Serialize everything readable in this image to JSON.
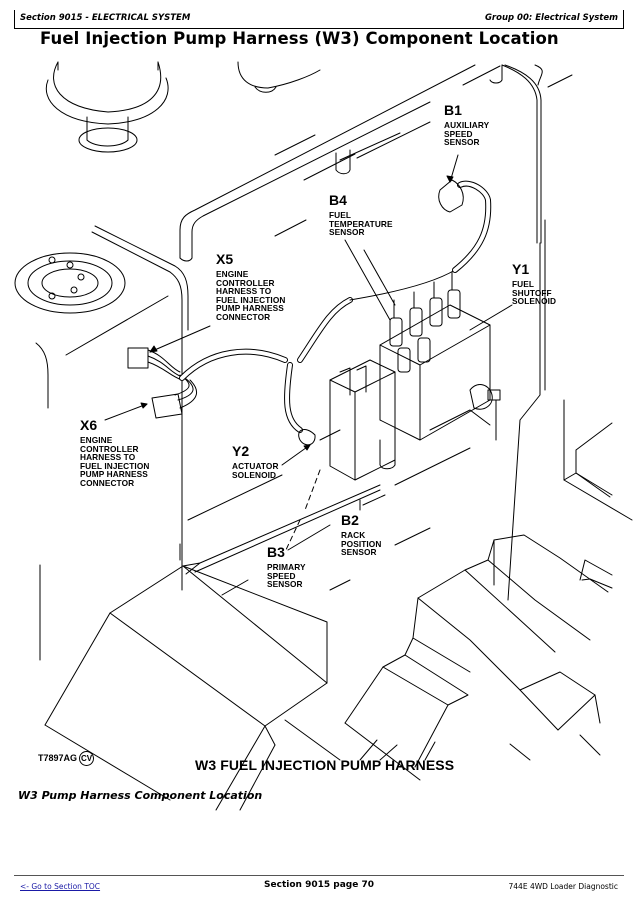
{
  "header": {
    "section": "Section 9015 - ELECTRICAL SYSTEM",
    "group": "Group 00: Electrical System"
  },
  "title": "Fuel Injection Pump Harness (W3) Component Location",
  "figure": {
    "components": [
      {
        "code": "B1",
        "description": "AUXILIARY\nSPEED\nSENSOR"
      },
      {
        "code": "B4",
        "description": "FUEL\nTEMPERATURE\nSENSOR"
      },
      {
        "code": "Y1",
        "description": "FUEL\nSHUTOFF\nSOLENOID"
      },
      {
        "code": "X5",
        "description": "ENGINE\nCONTROLLER\nHARNESS TO\nFUEL INJECTION\nPUMP HARNESS\nCONNECTOR"
      },
      {
        "code": "X6",
        "description": "ENGINE\nCONTROLLER\nHARNESS TO\nFUEL INJECTION\nPUMP HARNESS\nCONNECTOR"
      },
      {
        "code": "Y2",
        "description": "ACTUATOR\nSOLENOID"
      },
      {
        "code": "B2",
        "description": "RACK\nPOSITION\nSENSOR"
      },
      {
        "code": "B3",
        "description": "PRIMARY\nSPEED\nSENSOR"
      }
    ],
    "figure_id": "T7897AG",
    "figure_badge": "CV",
    "figure_title": "W3 FUEL INJECTION PUMP HARNESS"
  },
  "caption": "W3 Pump Harness Component Location",
  "footer": {
    "toc_link": "<- Go to Section TOC",
    "page": "Section 9015 page 70",
    "doc_title": "744E 4WD Loader Diagnostic"
  }
}
